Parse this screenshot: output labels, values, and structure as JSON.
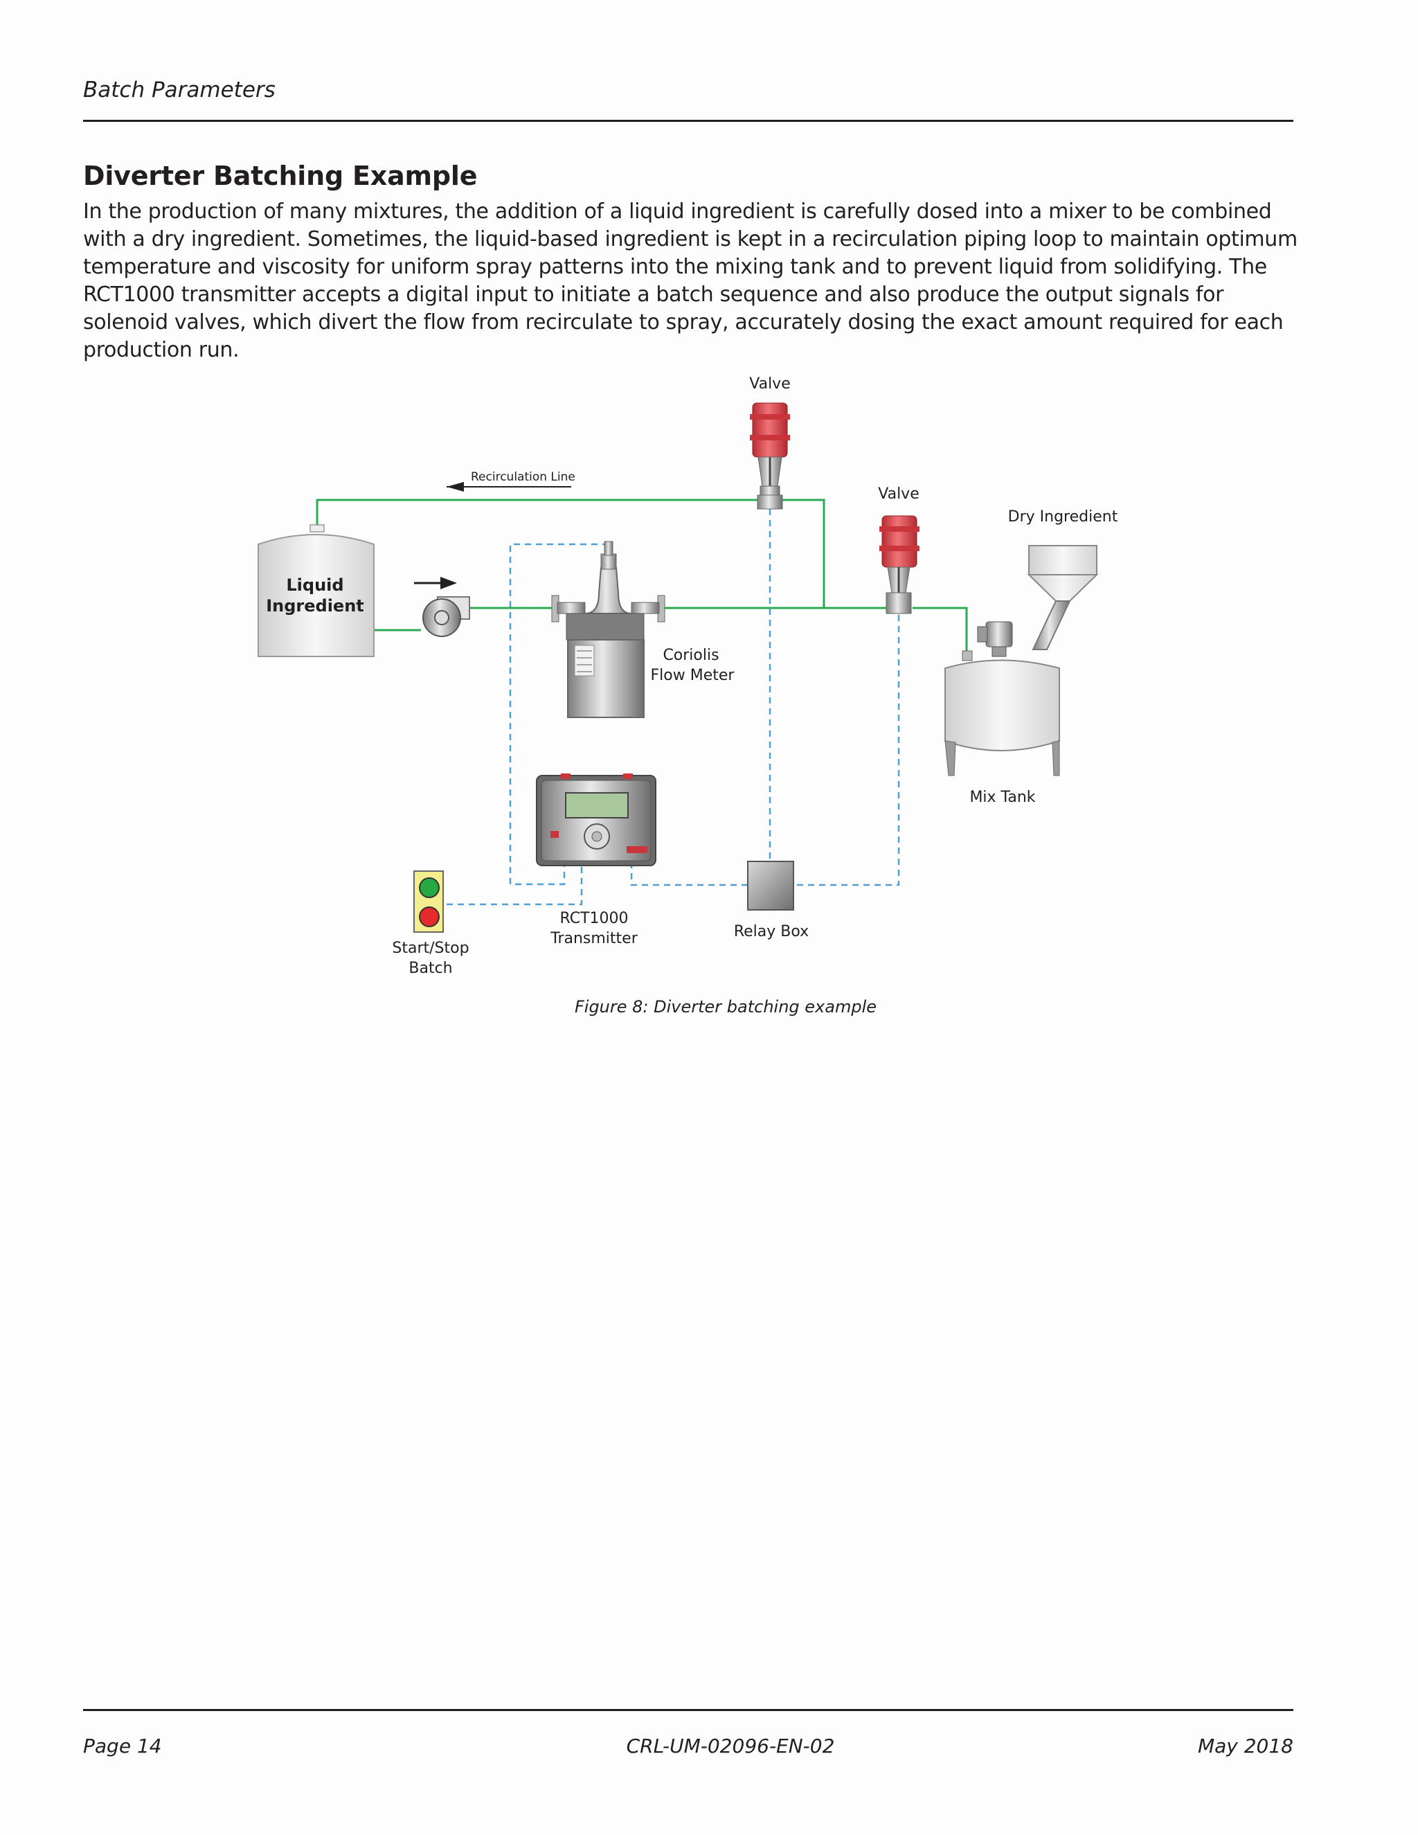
{
  "header": {
    "section": "Batch Parameters"
  },
  "content": {
    "title": "Diverter Batching Example",
    "paragraph": "In the production of many mixtures, the addition of a liquid ingredient is carefully dosed into a mixer to be combined with a dry ingredient. Sometimes, the liquid-based ingredient is kept in a recirculation piping loop to maintain optimum temperature and viscosity for uniform spray patterns into the mixing tank and to prevent liquid from solidifying. The RCT1000 transmitter accepts a digital input to initiate a batch sequence and also produce the output signals for solenoid valves, which divert the flow from recirculate to spray, accurately dosing the exact amount required for each production run."
  },
  "diagram": {
    "labels": {
      "valve_top": "Valve",
      "valve_right": "Valve",
      "recirculation": "Recirculation Line",
      "dry_ingredient": "Dry Ingredient",
      "liquid_line1": "Liquid",
      "liquid_line2": "Ingredient",
      "coriolis_line1": "Coriolis",
      "coriolis_line2": "Flow Meter",
      "mix_tank": "Mix Tank",
      "rct_line1": "RCT1000",
      "rct_line2": "Transmitter",
      "relay_box": "Relay Box",
      "startstop_line1": "Start/Stop",
      "startstop_line2": "Batch"
    },
    "colors": {
      "pipe": "#2bab4f",
      "signal": "#4d9fd6",
      "valve_actuator": "#e0444a",
      "button_start": "#27a844",
      "button_stop": "#e52b2b",
      "button_panel": "#f4ee8e"
    },
    "caption": "Figure 8:  Diverter batching example"
  },
  "footer": {
    "page": "Page 14",
    "doc_id": "CRL-UM-02096-EN-02",
    "date": "May 2018"
  }
}
